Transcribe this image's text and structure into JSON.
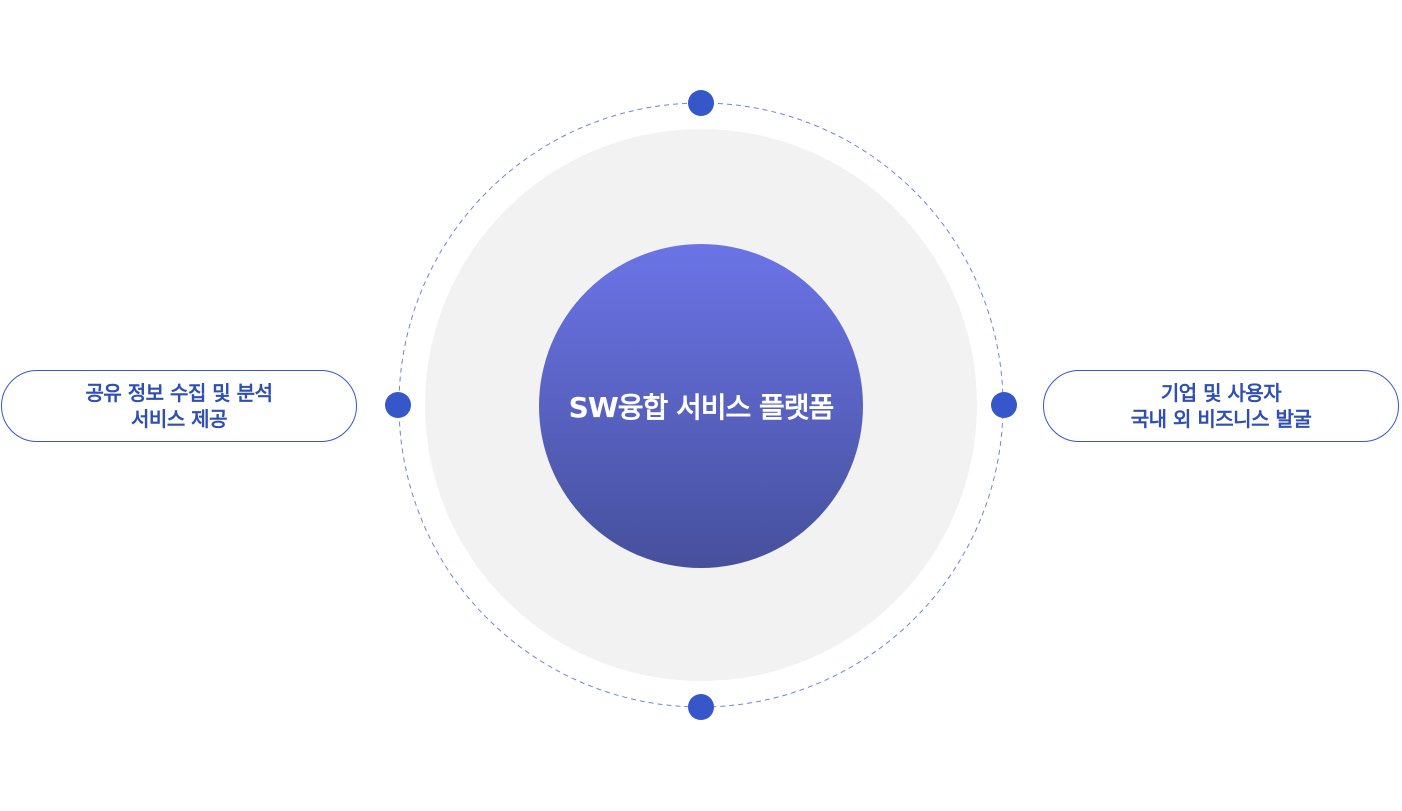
{
  "diagram": {
    "center": {
      "label": "SW융합 서비스 플랫폼"
    },
    "left_item": {
      "line1": "공유 정보 수집 및 분석",
      "line2": "서비스 제공"
    },
    "right_item": {
      "line1": "기업 및 사용자",
      "line2": "국내 외 비즈니스 발굴"
    }
  },
  "colors": {
    "accent": "#3557c9",
    "center_gradient_top": "#6b74e6",
    "center_gradient_bottom": "#46509c",
    "halo": "#f2f2f2",
    "dashed_ring": "#6f86d6"
  }
}
